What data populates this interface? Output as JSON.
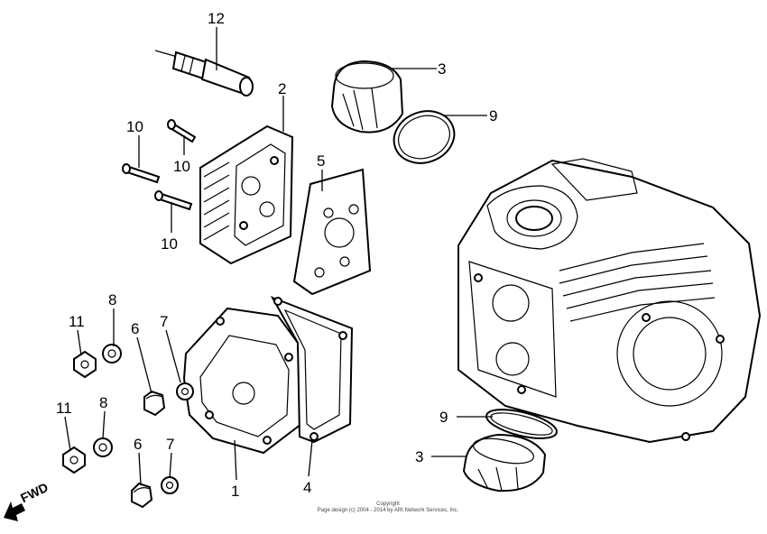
{
  "copyright": {
    "line1": "Copyright",
    "line2": "Page design (c) 2004 - 2014 by ARI Network Services, Inc."
  },
  "fwd_label": "FWD",
  "callouts": {
    "c12": "12",
    "c3a": "3",
    "c9a": "9",
    "c2": "2",
    "c10a": "10",
    "c10b": "10",
    "c10c": "10",
    "c5": "5",
    "c8a": "8",
    "c11a": "11",
    "c6a": "6",
    "c7a": "7",
    "c11b": "11",
    "c8b": "8",
    "c6b": "6",
    "c7b": "7",
    "c1": "1",
    "c4": "4",
    "c9b": "9",
    "c3b": "3"
  }
}
